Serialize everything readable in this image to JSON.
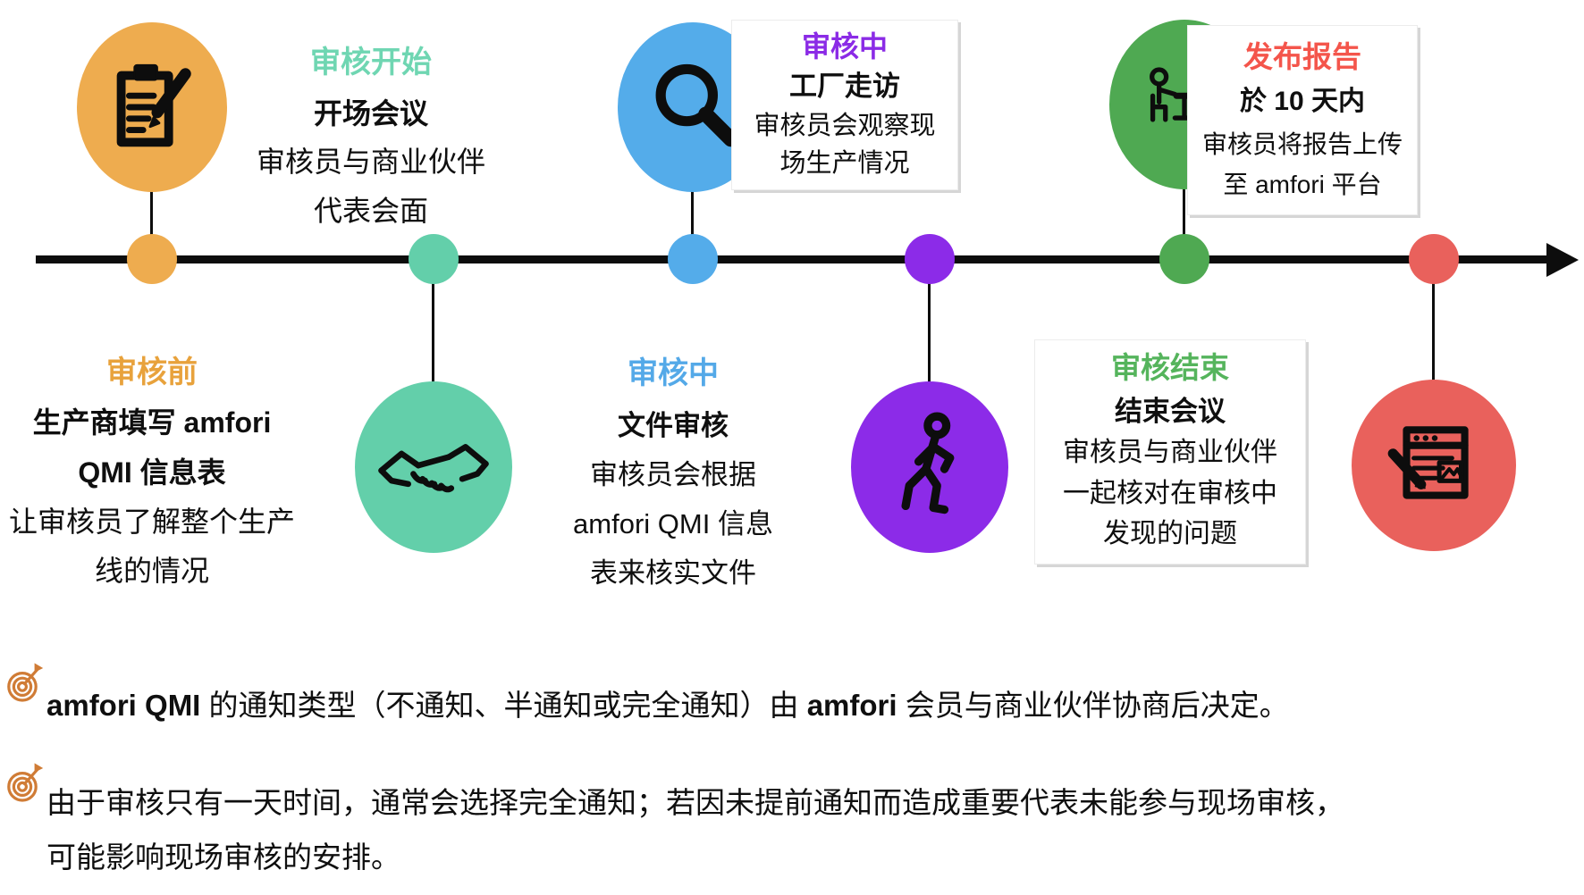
{
  "diagram_title": "amfori QMI audit process timeline",
  "steps": [
    {
      "id": "pre-audit",
      "icon": "clipboard-pencil-icon",
      "color": "#EEAC4F",
      "label": "审核前",
      "label_color": "#E8A23C",
      "title_lines": [
        "生产商填写 amfori",
        "QMI 信息表"
      ],
      "desc_lines": [
        "让审核员了解整个生产",
        "线的情况"
      ]
    },
    {
      "id": "audit-opening",
      "icon": "handshake-icon",
      "color": "#63CFAA",
      "label": "审核开始",
      "label_color": "#6FD6B2",
      "title_lines": [
        "开场会议"
      ],
      "desc_lines": [
        "审核员与商业伙伴",
        "代表会面"
      ]
    },
    {
      "id": "document-review",
      "icon": "magnifier-icon",
      "color": "#54ACEA",
      "label": "审核中",
      "label_color": "#54A9E8",
      "title_lines": [
        "文件审核"
      ],
      "desc_lines": [
        "审核员会根据",
        "amfori QMI 信息",
        "表来核实文件"
      ]
    },
    {
      "id": "factory-tour",
      "icon": "walking-person-icon",
      "color": "#8C2BE8",
      "label": "审核中",
      "label_color": "#8B2BE6",
      "title_lines": [
        "工厂走访"
      ],
      "desc_lines": [
        "审核员会观察现",
        "场生产情况"
      ]
    },
    {
      "id": "audit-closing",
      "icon": "meeting-icon",
      "color": "#4FA952",
      "label": "审核结束",
      "label_color": "#55B45C",
      "title_lines": [
        "结束会议"
      ],
      "desc_lines": [
        "审核员与商业伙伴",
        "一起核对在审核中",
        "发现的问题"
      ]
    },
    {
      "id": "publish-report",
      "icon": "report-icon",
      "color": "#E9615C",
      "label": "发布报告",
      "label_color": "#F4554B",
      "title_lines": [
        "於 10 天内"
      ],
      "desc_lines": [
        "审核员将报告上传",
        "至 amfori 平台"
      ]
    }
  ],
  "notes": {
    "icon": "target-dart-icon",
    "icon_color": "#D07C36",
    "items": [
      {
        "bold_1": "amfori QMI",
        "text_1": " 的通知类型（不通知、半通知或完全通知）由 ",
        "bold_2": "amfori",
        "text_2": " 会员与商业伙伴协商后决定。"
      },
      {
        "line_1": "由于审核只有一天时间，通常会选择完全通知；若因未提前通知而造成重要代表未能参与现场审核，",
        "line_2": "可能影响现场审核的安排。"
      }
    ]
  }
}
